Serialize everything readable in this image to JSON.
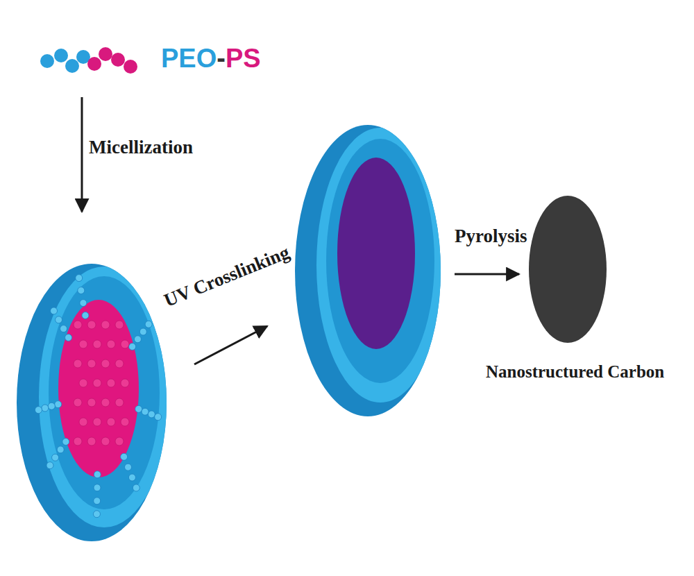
{
  "diagram": {
    "labels": [
      "PEO-PS",
      "Micellization",
      "UV Crosslinking",
      "Pyrolysis",
      "Nanostructured Carbon"
    ]
  }
}
